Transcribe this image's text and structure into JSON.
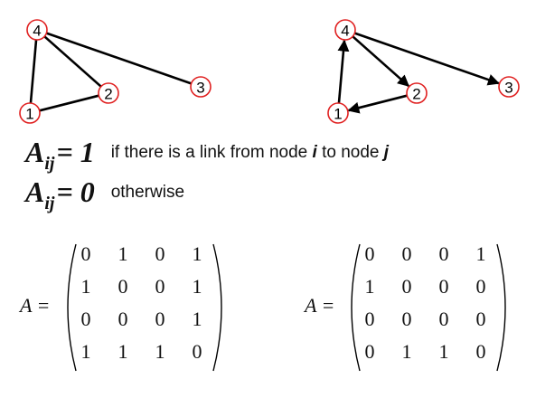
{
  "graph_left": {
    "directed": false,
    "nodes": [
      "1",
      "2",
      "3",
      "4"
    ],
    "edges": [
      [
        "1",
        "2"
      ],
      [
        "1",
        "4"
      ],
      [
        "2",
        "4"
      ],
      [
        "3",
        "4"
      ]
    ]
  },
  "graph_right": {
    "directed": true,
    "nodes": [
      "1",
      "2",
      "3",
      "4"
    ],
    "edges": [
      [
        "1",
        "4"
      ],
      [
        "4",
        "2"
      ],
      [
        "4",
        "3"
      ],
      [
        "2",
        "1"
      ]
    ]
  },
  "definitions": [
    {
      "symbol": "A",
      "subscript": "ij",
      "equals": "= 1",
      "text_before": "if there is a link from node ",
      "i": "i",
      "text_mid": " to node ",
      "j": "j"
    },
    {
      "symbol": "A",
      "subscript": "ij",
      "equals": "= 0",
      "text": "otherwise"
    }
  ],
  "matrices": [
    {
      "label": "A =",
      "rows": [
        [
          "0",
          "1",
          "0",
          "1"
        ],
        [
          "1",
          "0",
          "0",
          "1"
        ],
        [
          "0",
          "0",
          "0",
          "1"
        ],
        [
          "1",
          "1",
          "1",
          "0"
        ]
      ]
    },
    {
      "label": "A =",
      "rows": [
        [
          "0",
          "0",
          "0",
          "1"
        ],
        [
          "1",
          "0",
          "0",
          "0"
        ],
        [
          "0",
          "0",
          "0",
          "0"
        ],
        [
          "0",
          "1",
          "1",
          "0"
        ]
      ]
    }
  ]
}
